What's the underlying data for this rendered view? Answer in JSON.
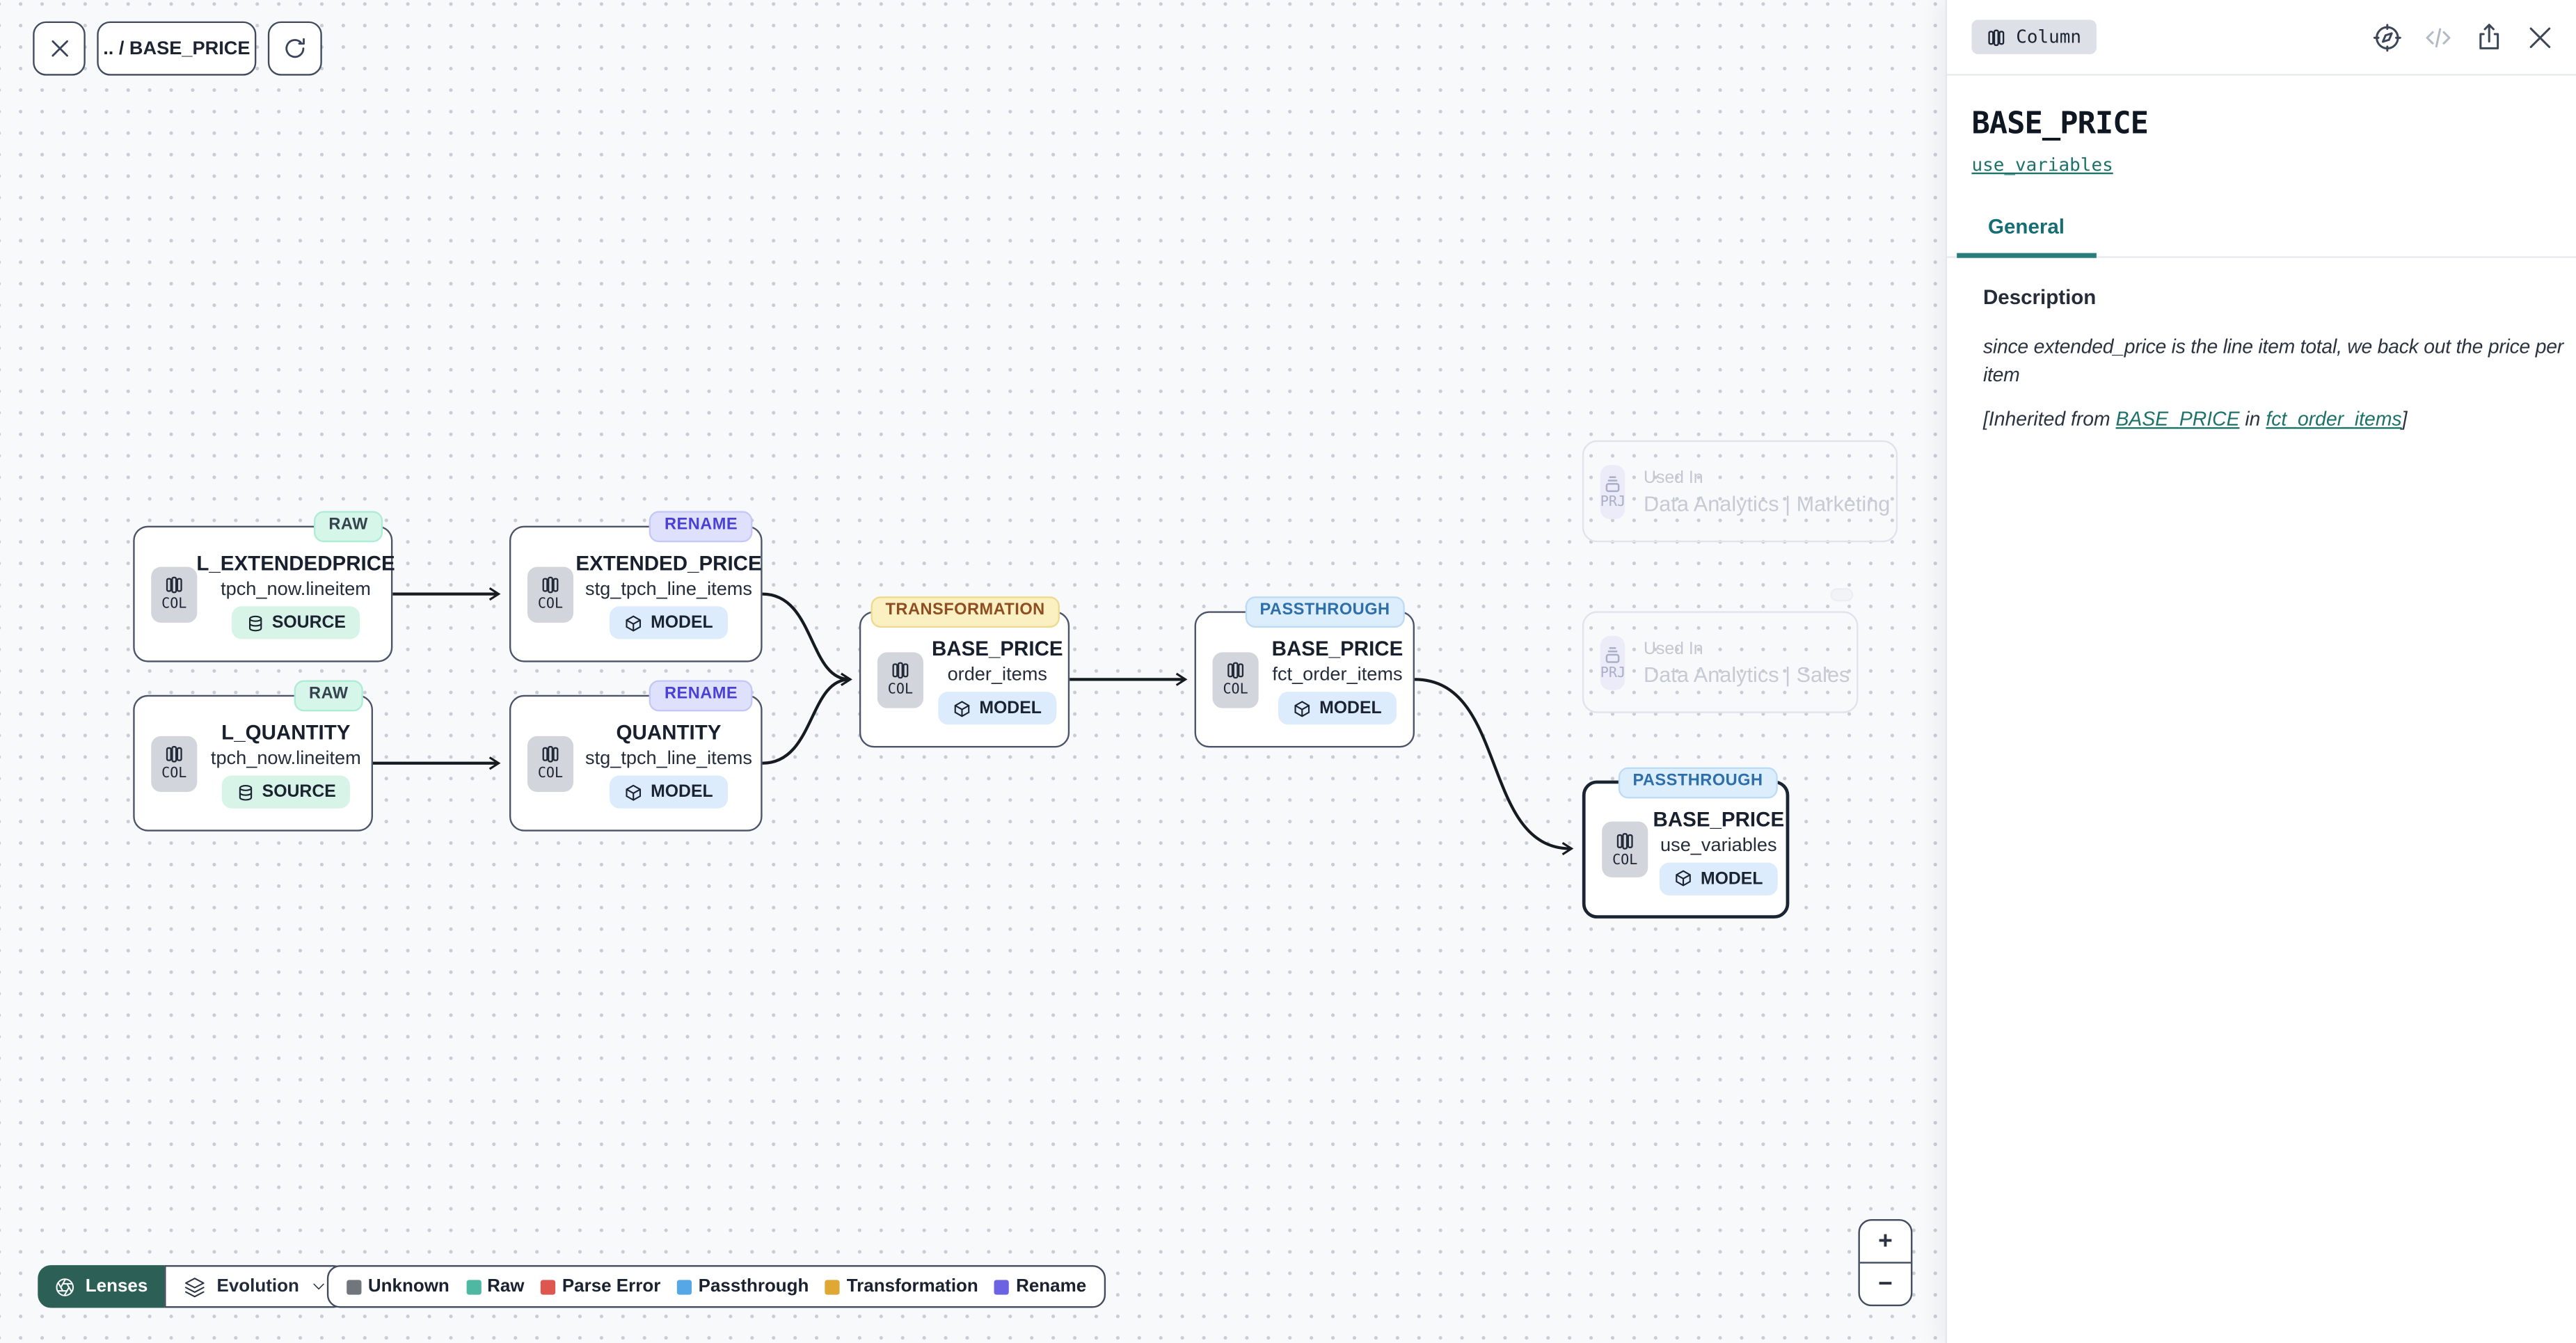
{
  "toolbar": {
    "breadcrumb": ".. / BASE_PRICE"
  },
  "nodes": [
    {
      "badge": "RAW",
      "icon_label": "COL",
      "title": "L_EXTENDEDPRICE",
      "subtitle": "tpch_now.lineitem",
      "chip": "SOURCE"
    },
    {
      "badge": "RENAME",
      "icon_label": "COL",
      "title": "EXTENDED_PRICE",
      "subtitle": "stg_tpch_line_items",
      "chip": "MODEL"
    },
    {
      "badge": "RAW",
      "icon_label": "COL",
      "title": "L_QUANTITY",
      "subtitle": "tpch_now.lineitem",
      "chip": "SOURCE"
    },
    {
      "badge": "RENAME",
      "icon_label": "COL",
      "title": "QUANTITY",
      "subtitle": "stg_tpch_line_items",
      "chip": "MODEL"
    },
    {
      "badge": "TRANSFORMATION",
      "icon_label": "COL",
      "title": "BASE_PRICE",
      "subtitle": "order_items",
      "chip": "MODEL"
    },
    {
      "badge": "PASSTHROUGH",
      "icon_label": "COL",
      "title": "BASE_PRICE",
      "subtitle": "fct_order_items",
      "chip": "MODEL"
    },
    {
      "badge": "PASSTHROUGH",
      "icon_label": "COL",
      "title": "BASE_PRICE",
      "subtitle": "use_variables",
      "chip": "MODEL"
    }
  ],
  "ghost_nodes": [
    {
      "icon_label": "PRJ",
      "label": "Used In",
      "name": "Data Analytics | Marketing"
    },
    {
      "icon_label": "PRJ",
      "label": "Used In",
      "name": "Data Analytics | Sales"
    }
  ],
  "lenses": {
    "button_label": "Lenses",
    "selected_lens": "Evolution"
  },
  "legend": [
    {
      "label": "Unknown",
      "color": "#71767c"
    },
    {
      "label": "Raw",
      "color": "#4fb8a2"
    },
    {
      "label": "Parse Error",
      "color": "#dd5750"
    },
    {
      "label": "Passthrough",
      "color": "#55a7e5"
    },
    {
      "label": "Transformation",
      "color": "#dfa733"
    },
    {
      "label": "Rename",
      "color": "#6c63e2"
    }
  ],
  "zoom_controls": {
    "zoom_in": "+",
    "zoom_out": "−"
  },
  "panel": {
    "type_chip": "Column",
    "title": "BASE_PRICE",
    "subtitle_link": "use_variables",
    "tabs": [
      {
        "label": "General"
      }
    ],
    "description": {
      "heading": "Description",
      "body": "since extended_price is the line item total, we back out the price per item",
      "inherited_prefix": "[Inherited from ",
      "inherited_link1": "BASE_PRICE",
      "inherited_mid": " in ",
      "inherited_link2": "fct_order_items",
      "inherited_suffix": "]"
    }
  },
  "colors": {
    "canvas_bg": "#f8f9fb",
    "edge": "#161b22",
    "node_border": "#4b5468",
    "selected_node_border": "#1b2432",
    "accent_teal": "#1c7268",
    "lenses_button_bg": "#2c5f55",
    "tab_underline": "#2a7d7d",
    "badge_raw_bg": "#d6f6e9",
    "badge_rename_bg": "#dfe1fc",
    "badge_transformation_bg": "#faf0c2",
    "badge_passthrough_bg": "#dcedfb",
    "chip_source_bg": "#d8f3e8",
    "chip_model_bg": "#dcecfc"
  }
}
